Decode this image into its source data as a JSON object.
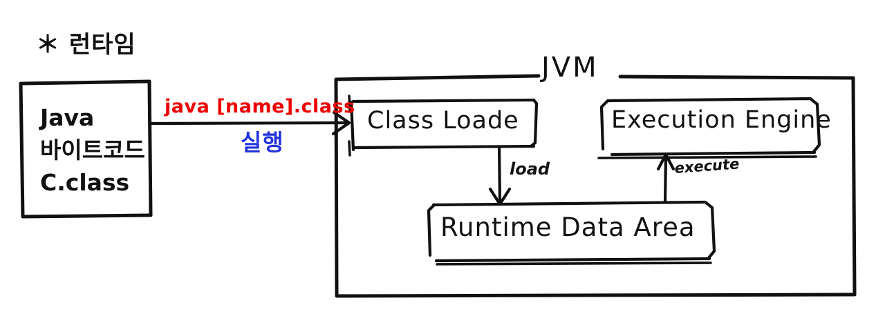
{
  "diagram": {
    "title_note": "＊ 런타임",
    "colors": {
      "ink": "#111111",
      "red": "#ee0000",
      "blue": "#2233dd",
      "background": "#ffffff"
    },
    "source_box": {
      "line1": "Java",
      "line2": "바이트코드",
      "line3": "C.class"
    },
    "arrow_labels": {
      "command_red": "java [name].class",
      "command_blue": "실행",
      "load": "load",
      "execute": "execute"
    },
    "jvm": {
      "label": "JVM",
      "class_loader": "Class Loade",
      "execution_engine": "Execution Engine",
      "runtime_data_area": "Runtime Data Area"
    }
  }
}
